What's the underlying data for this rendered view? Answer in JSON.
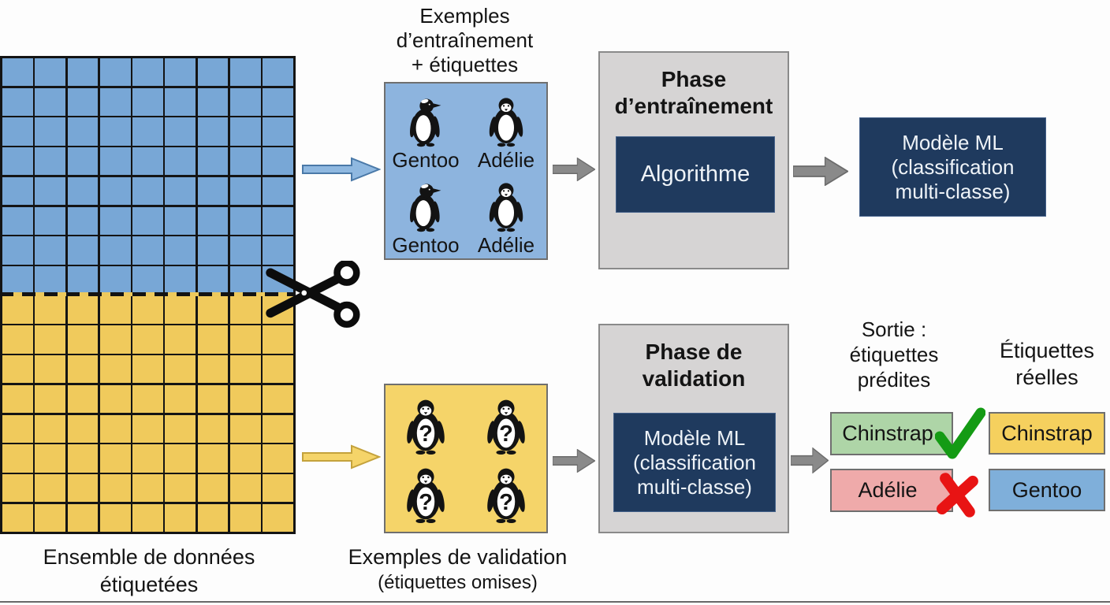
{
  "colors": {
    "grid_blue": "#78a7d6",
    "grid_yellow": "#f0ca5c",
    "examples_blue": "#8db4de",
    "examples_yellow": "#f5d469",
    "navy": "#1f3a5e",
    "phase_gray": "#d6d4d4",
    "arrow_gray": "#8a8a8a",
    "predicted_correct_green": "#aed5a7",
    "predicted_wrong_pink": "#efaaaa",
    "actual_yellow": "#f5d05e",
    "actual_blue": "#7fafda",
    "check_green": "#149b14",
    "cross_red": "#e81414"
  },
  "dataset": {
    "grid_cols": 9,
    "grid_blue_rows": 8,
    "grid_yellow_rows": 8,
    "label": [
      "Ensemble de données",
      "étiquetées"
    ]
  },
  "training": {
    "header": [
      "Exemples",
      "d’entraînement",
      "+ étiquettes"
    ],
    "penguins": [
      {
        "species": "Gentoo",
        "type": "gentoo"
      },
      {
        "species": "Adélie",
        "type": "adelie"
      },
      {
        "species": "Gentoo",
        "type": "gentoo"
      },
      {
        "species": "Adélie",
        "type": "adelie"
      }
    ],
    "phase_title": [
      "Phase",
      "d’entraînement"
    ],
    "inner_box": "Algorithme",
    "output_model": [
      "Modèle ML",
      "(classification",
      "multi-classe)"
    ]
  },
  "validation": {
    "header": [
      "Exemples de validation",
      "(étiquettes omises)"
    ],
    "unknown_mark": "?",
    "phase_title": [
      "Phase de",
      "validation"
    ],
    "inner_box": [
      "Modèle ML",
      "(classification",
      "multi-classe)"
    ],
    "output_header": [
      "Sortie :",
      "étiquettes",
      "prédites"
    ],
    "predictions": [
      {
        "label": "Chinstrap",
        "correct": true
      },
      {
        "label": "Adélie",
        "correct": false
      }
    ],
    "actual_header": [
      "Étiquettes",
      "réelles"
    ],
    "actuals": [
      "Chinstrap",
      "Gentoo"
    ]
  }
}
